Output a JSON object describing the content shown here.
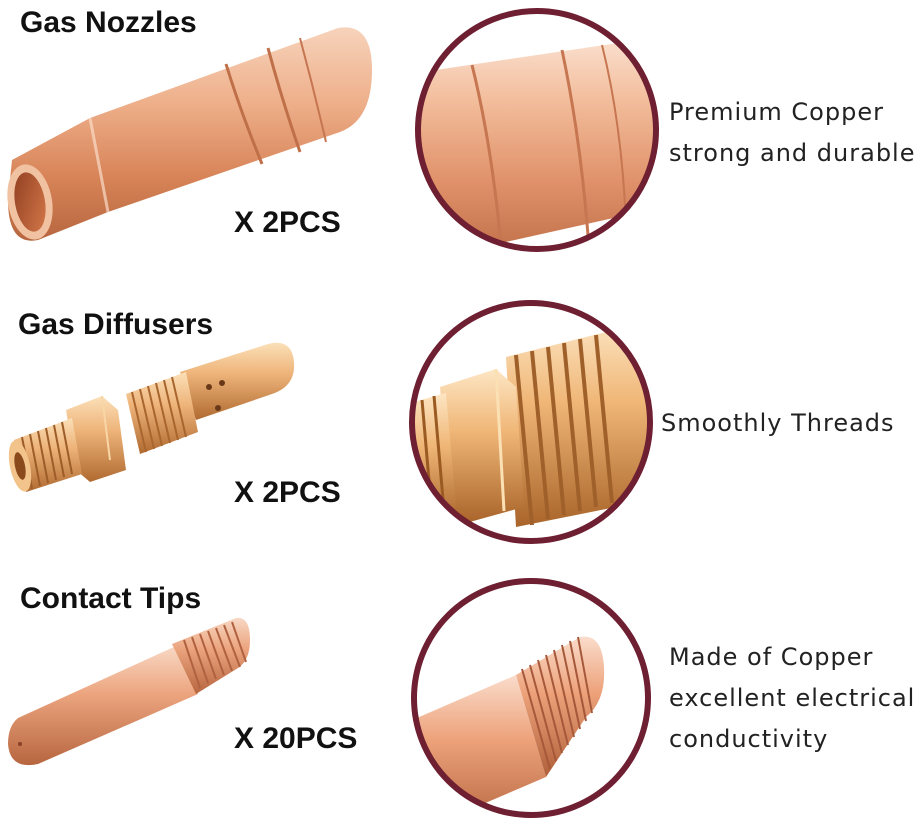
{
  "sections": [
    {
      "title": "Gas Nozzles",
      "quantity": "X 2PCS",
      "description": [
        "Premium Copper",
        "strong and durable"
      ]
    },
    {
      "title": "Gas Diffusers",
      "quantity": "X 2PCS",
      "description": [
        "Smoothly Threads"
      ]
    },
    {
      "title": "Contact Tips",
      "quantity": "X 20PCS",
      "description": [
        "Made of Copper",
        "excellent electrical",
        "conductivity"
      ]
    }
  ],
  "colors": {
    "copper_light": "#f3c3a3",
    "copper_mid": "#e2966c",
    "copper_dark": "#b8643e",
    "brass_light": "#f4c98e",
    "brass_mid": "#e0a060",
    "brass_dark": "#a8652e",
    "circle_border": "#6e1f31"
  }
}
